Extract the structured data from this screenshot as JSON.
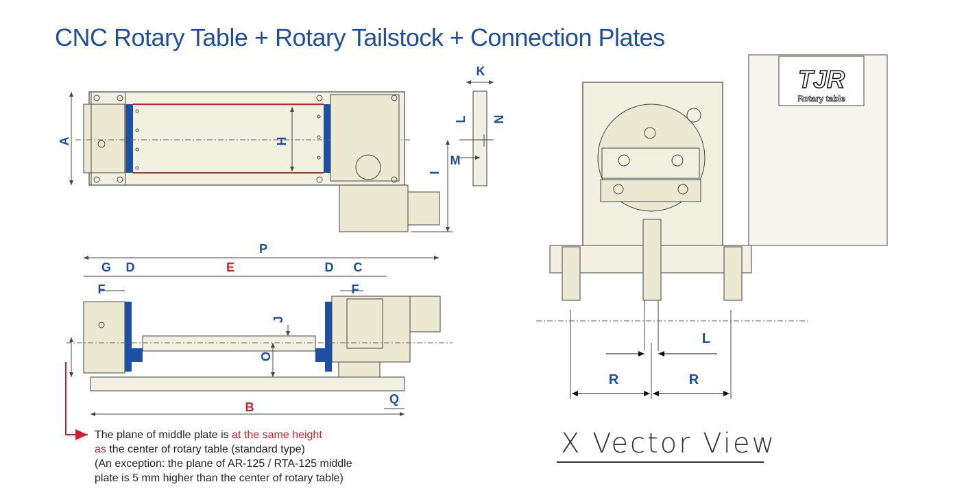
{
  "title": "CNC Rotary Table + Rotary Tailstock + Connection Plates",
  "labels": {
    "A": "A",
    "H": "H",
    "I": "I",
    "K": "K",
    "L": "L",
    "N": "N",
    "M": "M",
    "P": "P",
    "G": "G",
    "D": "D",
    "E": "E",
    "C": "C",
    "F": "F",
    "J": "J",
    "O": "O",
    "B": "B",
    "Q": "Q",
    "R": "R"
  },
  "logo": {
    "brand": "TJR",
    "caption": "Rotary table"
  },
  "note": {
    "part1": "The plane of middle plate is ",
    "part2": "at the same height",
    "part3": "as",
    "part4": " the center of rotary table (standard type)",
    "line3": "(An exception: the plane of AR-125 / RTA-125 middle",
    "line4": "plate is 5 mm higher than the center of rotary table)"
  },
  "view_title": "X Vector View",
  "colors": {
    "title": "#1f4e9a",
    "dim_label": "#1f4e9a",
    "accent_red": "#d0202a",
    "blue_plate": "#1d4fa5",
    "body_fill": "#f2f0e0"
  }
}
